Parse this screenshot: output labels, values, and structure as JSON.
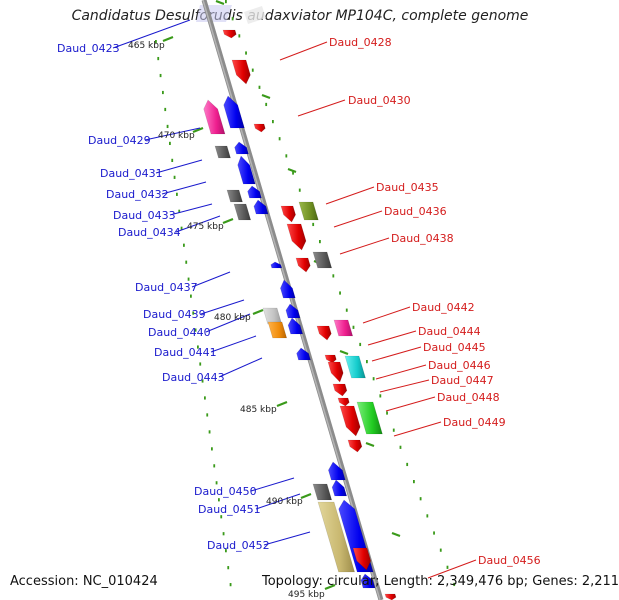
{
  "title": "Candidatus Desulforudis audaxviator MP104C, complete genome",
  "footer": {
    "accession": "Accession: NC_010424",
    "summary": "Topology: circular; Length: 2,349,476 bp; Genes: 2,211"
  },
  "colors": {
    "backbone": "#8c8c8c",
    "tick_dots": "#3a9a1a",
    "left_labels": "#1a1acd",
    "right_labels": "#d41c1c"
  },
  "scale_labels": [
    "465 kbp",
    "470 kbp",
    "475 kbp",
    "480 kbp",
    "485 kbp",
    "490 kbp",
    "495 kbp"
  ],
  "left_genes": [
    "Daud_0423",
    "Daud_0429",
    "Daud_0431",
    "Daud_0432",
    "Daud_0433",
    "Daud_0434",
    "Daud_0437",
    "Daud_0439",
    "Daud_0440",
    "Daud_0441",
    "Daud_0443",
    "Daud_0450",
    "Daud_0451",
    "Daud_0452"
  ],
  "right_genes": [
    "Daud_0428",
    "Daud_0430",
    "Daud_0435",
    "Daud_0436",
    "Daud_0438",
    "Daud_0442",
    "Daud_0444",
    "Daud_0445",
    "Daud_0446",
    "Daud_0447",
    "Daud_0448",
    "Daud_0449",
    "Daud_0456"
  ]
}
